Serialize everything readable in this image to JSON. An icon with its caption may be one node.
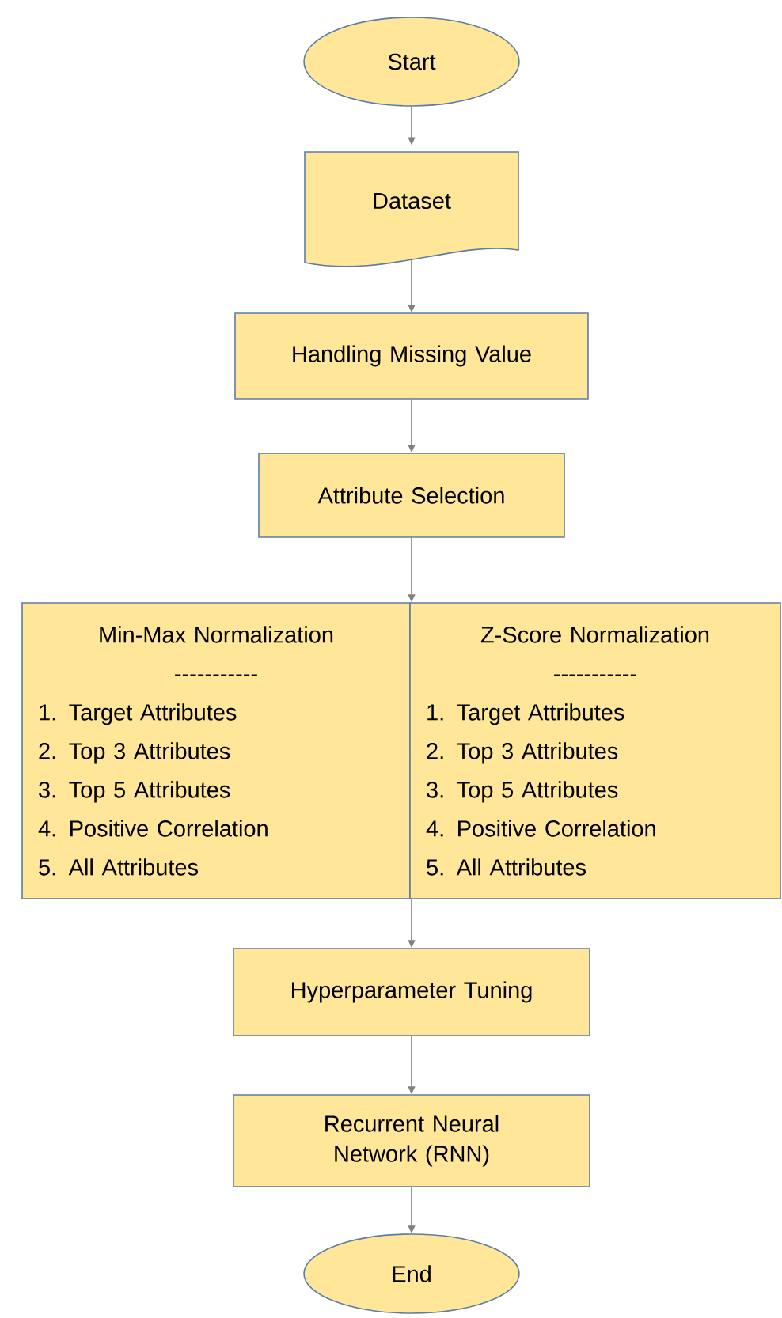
{
  "diagram": {
    "nodes": [
      {
        "text": [
          "Start"
        ]
      },
      {
        "text": [
          "Dataset"
        ]
      },
      {
        "text": [
          "Handling Missing Value"
        ]
      },
      {
        "text": [
          "Attribute Selection"
        ]
      },
      {
        "text": [
          "Min-Max Normalization",
          "-----------",
          "1. Target Attributes",
          "2. Top 3 Attributes",
          "3. Top 5 Attributes",
          "4. Positive Correlation",
          "5. All Attributes"
        ]
      },
      {
        "text": [
          "Z-Score Normalization",
          "-----------",
          "1. Target Attributes",
          "2. Top 3 Attributes",
          "3. Top 5 Attributes",
          "4. Positive Correlation",
          "5. All Attributes"
        ]
      },
      {
        "text": [
          "Hyperparameter Tuning"
        ]
      },
      {
        "text": [
          "Recurrent Neural Network (RNN)"
        ]
      },
      {
        "text": [
          "End"
        ]
      }
    ],
    "edges": [
      {
        "from": 0,
        "to": 1,
        "arrow": "to"
      },
      {
        "from": 1,
        "to": 2,
        "arrow": "to"
      },
      {
        "from": 2,
        "to": 3,
        "arrow": "to"
      },
      {
        "from": 3,
        "to": 4,
        "arrow": "to"
      },
      {
        "from": 3,
        "to": 5,
        "arrow": "to"
      },
      {
        "from": 4,
        "to": 6,
        "arrow": "to"
      },
      {
        "from": 5,
        "to": 6,
        "arrow": "to"
      },
      {
        "from": 6,
        "to": 7,
        "arrow": "to"
      },
      {
        "from": 7,
        "to": 8,
        "arrow": "to"
      }
    ]
  }
}
